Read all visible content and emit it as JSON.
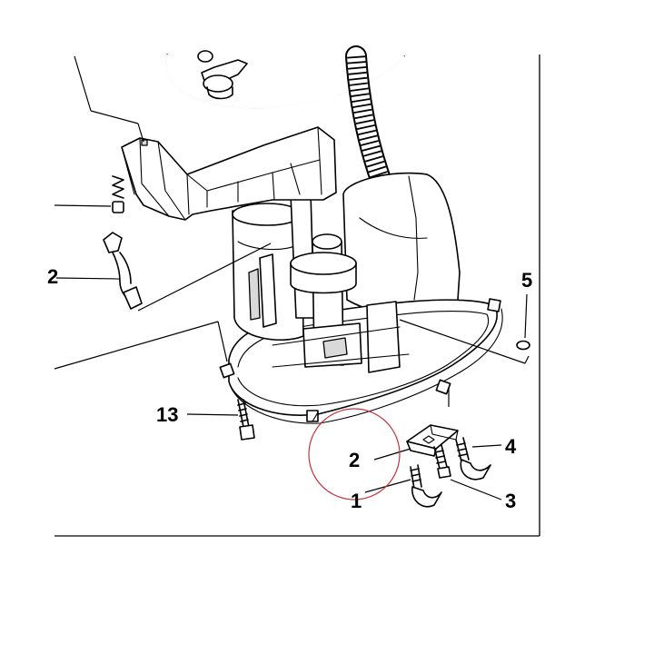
{
  "callouts": {
    "c1": "1",
    "c2": "2",
    "c3": "3",
    "c4": "4",
    "c5": "5",
    "c13": "13"
  },
  "colors": {
    "line": "#000000",
    "highlight_circle": "#c8323c",
    "background": "#ffffff"
  }
}
